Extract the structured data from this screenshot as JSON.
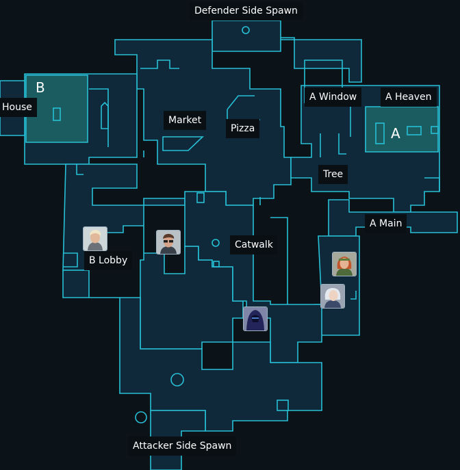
{
  "map": {
    "callouts": {
      "defender_spawn": "Defender Side Spawn",
      "attacker_spawn": "Attacker Side Spawn",
      "house": "House",
      "market": "Market",
      "pizza": "Pizza",
      "a_window": "A Window",
      "a_heaven": "A Heaven",
      "tree": "Tree",
      "a_main": "A Main",
      "catwalk": "Catwalk",
      "b_lobby": "B Lobby"
    },
    "sites": {
      "b": "B",
      "a": "A"
    },
    "agents": [
      {
        "name": "agent-portrait-blonde",
        "icon": "agent-blonde-icon"
      },
      {
        "name": "agent-portrait-glasses",
        "icon": "agent-glasses-icon"
      },
      {
        "name": "agent-portrait-redhead",
        "icon": "agent-redhead-icon"
      },
      {
        "name": "agent-portrait-silverhair",
        "icon": "agent-silverhair-icon"
      },
      {
        "name": "agent-portrait-hooded",
        "icon": "agent-hooded-icon"
      }
    ],
    "colors": {
      "background": "#0b1218",
      "floor": "#10293a",
      "outline": "#27c0d6",
      "site": "#1b5c60",
      "label_bg": "#0a0f14"
    }
  }
}
